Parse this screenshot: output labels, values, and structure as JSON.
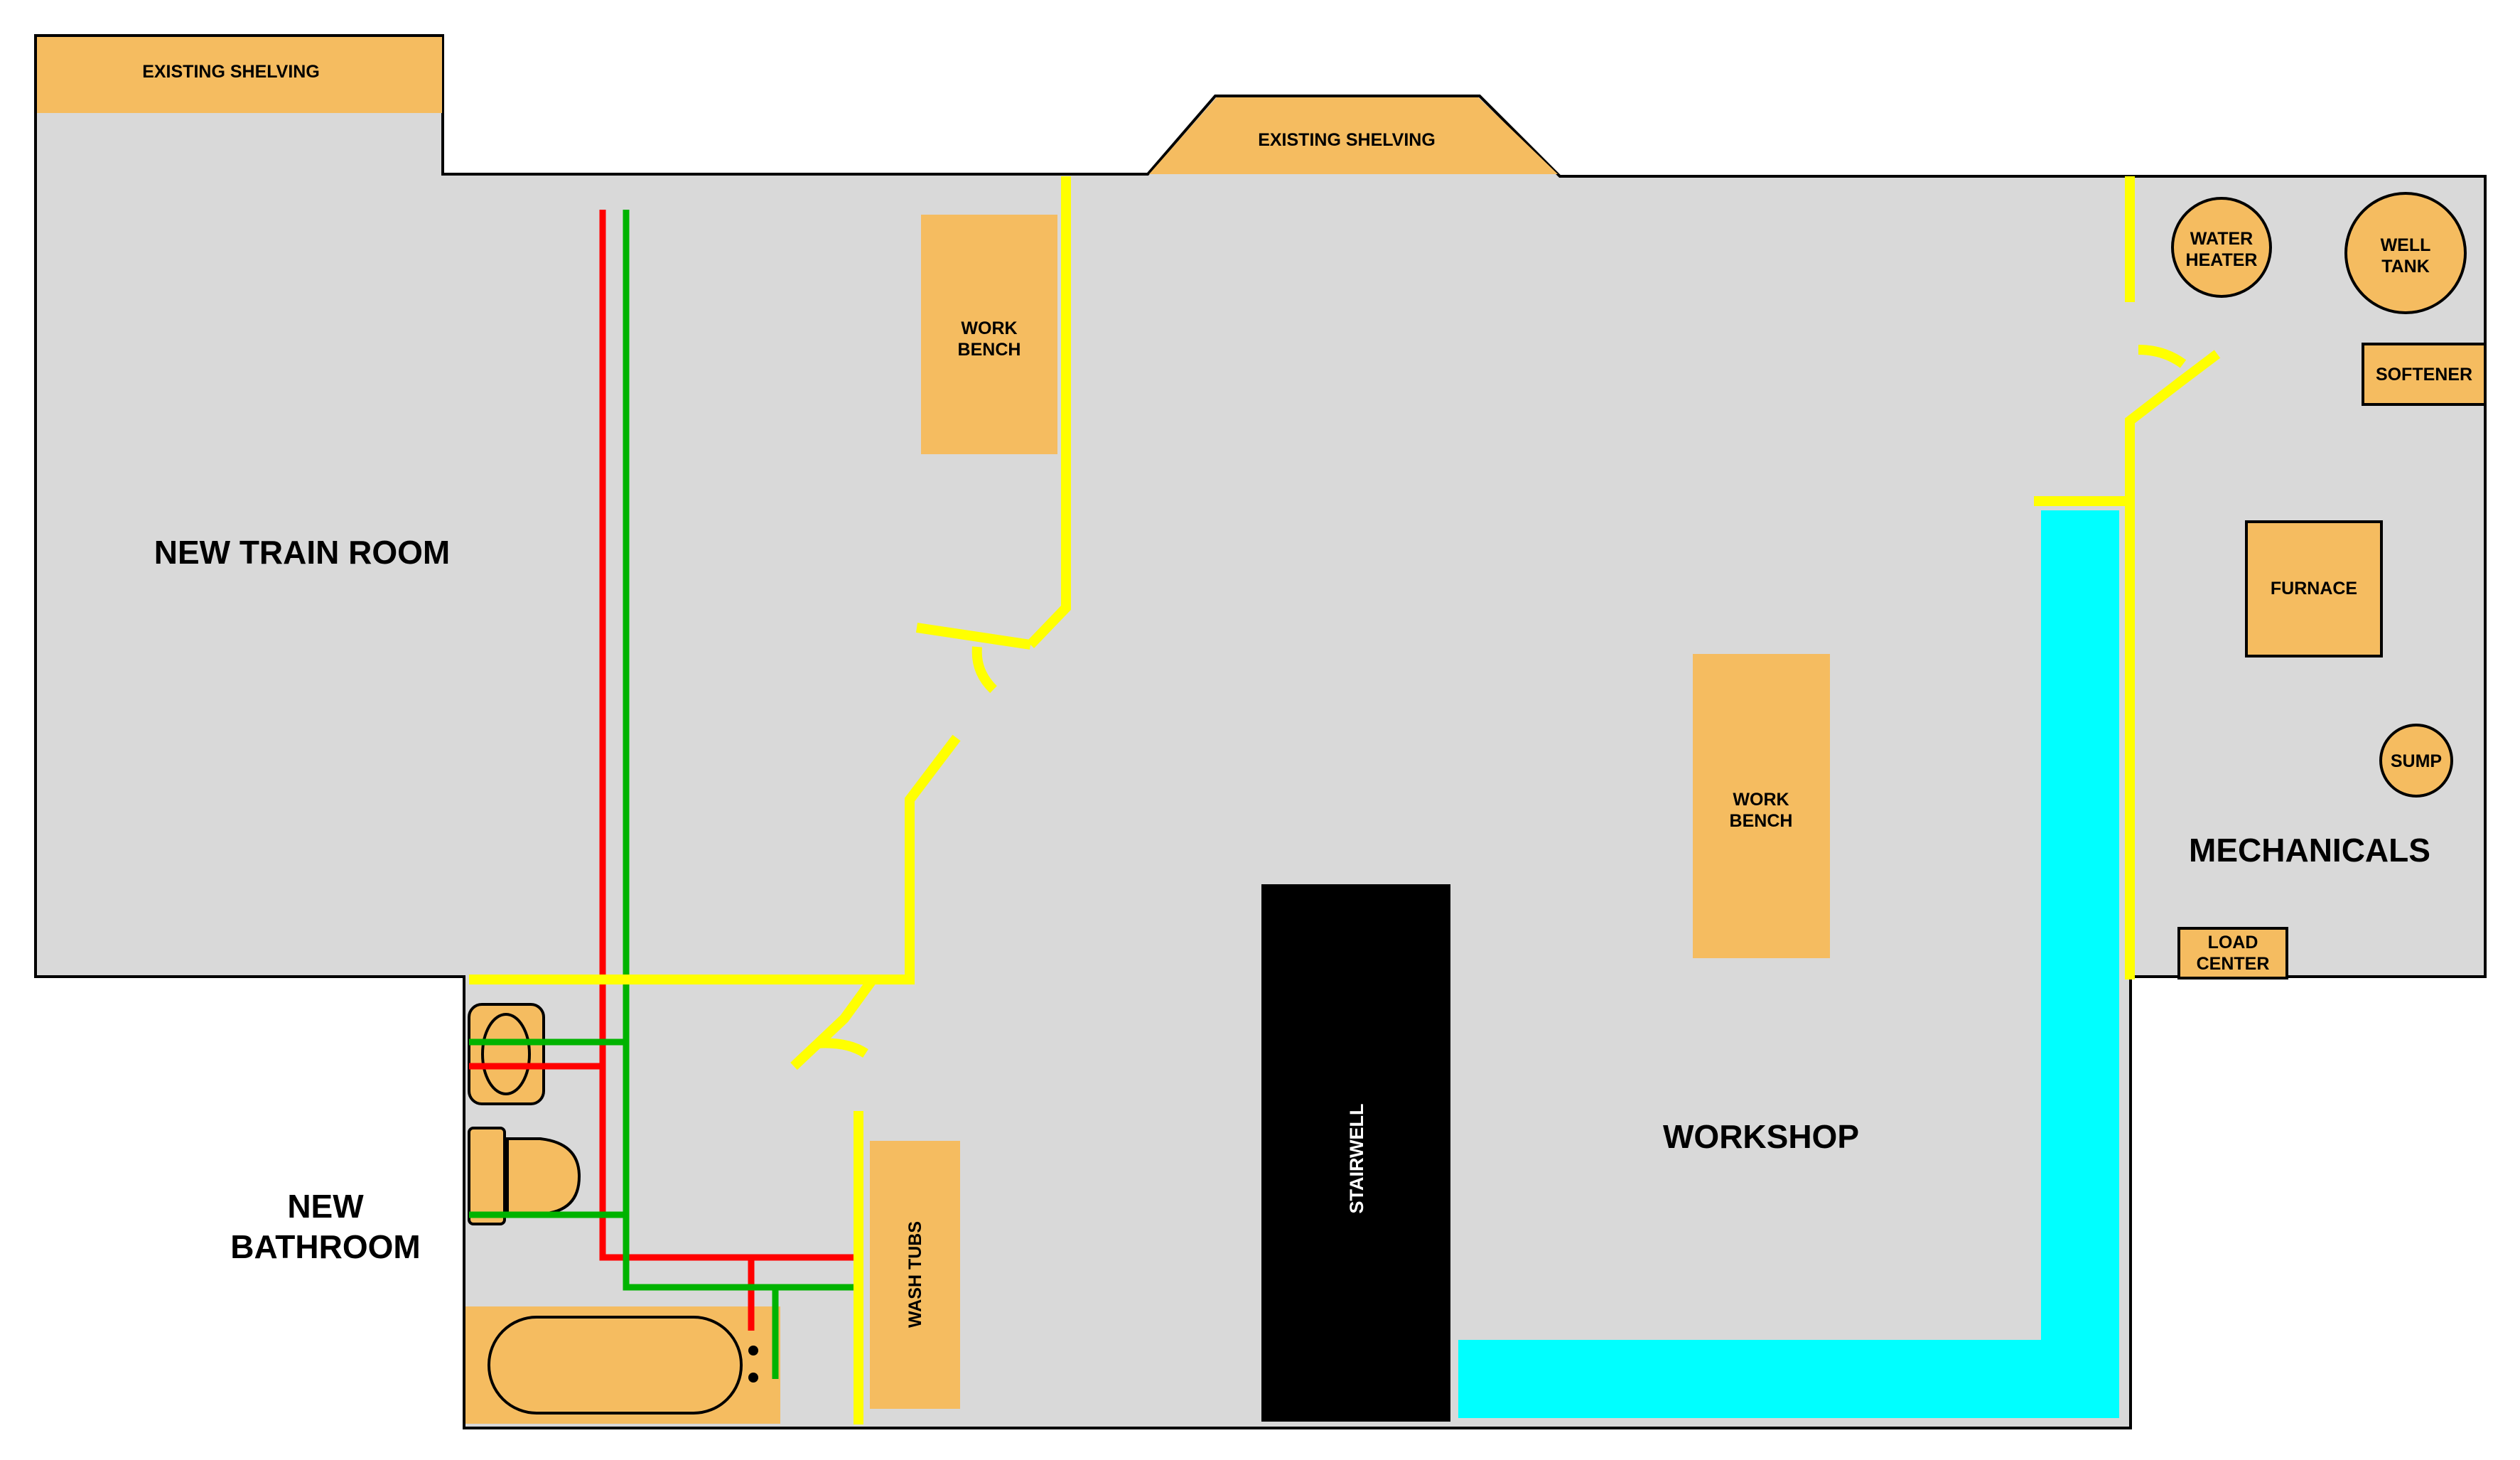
{
  "colors": {
    "floor": "#d9d9d9",
    "fixture": "#f5bc60",
    "wall_new": "#ffff00",
    "pipe_hot": "#ff0000",
    "pipe_cold": "#00b300",
    "bench_cyan": "#00ffff",
    "stairwell": "#000000",
    "outline": "#000000"
  },
  "rooms": {
    "train_room": "NEW TRAIN ROOM",
    "bathroom_line1": "NEW",
    "bathroom_line2": "BATHROOM",
    "workshop": "WORKSHOP",
    "mechanicals": "MECHANICALS"
  },
  "fixtures": {
    "shelving_left": "EXISTING SHELVING",
    "shelving_top": "EXISTING SHELVING",
    "workbench_1_line1": "WORK",
    "workbench_1_line2": "BENCH",
    "workbench_2_line1": "WORK",
    "workbench_2_line2": "BENCH",
    "wash_tubs": "WASH TUBS",
    "stairwell": "STAIRWELL",
    "water_heater_line1": "WATER",
    "water_heater_line2": "HEATER",
    "well_tank_line1": "WELL",
    "well_tank_line2": "TANK",
    "softener": "SOFTENER",
    "furnace": "FURNACE",
    "sump": "SUMP",
    "load_center_line1": "LOAD",
    "load_center_line2": "CENTER"
  }
}
